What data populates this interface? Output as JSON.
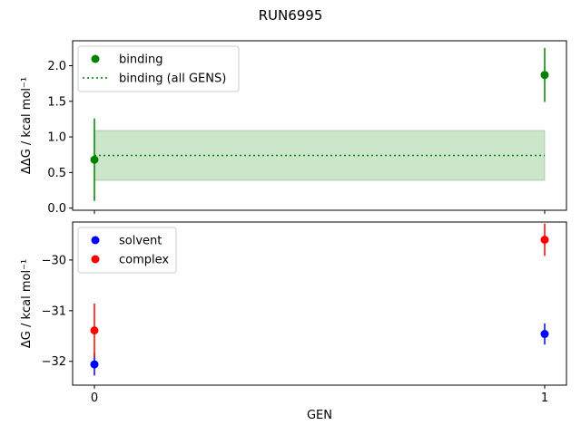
{
  "chart_data": {
    "title": "RUN6995",
    "xlabel": "GEN",
    "x_ticks": [
      0,
      1
    ],
    "panels": [
      {
        "type": "scatter",
        "ylabel": "ΔΔG / kcal mol⁻¹",
        "ylim": [
          -0.03,
          2.35
        ],
        "y_ticks": [
          0.0,
          0.5,
          1.0,
          1.5,
          2.0
        ],
        "y_tick_labels": [
          "0.0",
          "0.5",
          "1.0",
          "1.5",
          "2.0"
        ],
        "show_x_tick_labels": false,
        "legend_position": "top-left",
        "series": [
          {
            "name": "binding",
            "color": "#008000",
            "x": [
              0,
              1
            ],
            "y": [
              0.68,
              1.87
            ],
            "yerr": [
              0.58,
              0.38
            ]
          }
        ],
        "band": {
          "name": "binding (all GENS)",
          "color": "#008000",
          "x_range": [
            0,
            1
          ],
          "center": 0.74,
          "low": 0.39,
          "high": 1.09
        }
      },
      {
        "type": "scatter",
        "ylabel": "ΔG / kcal mol⁻¹",
        "ylim": [
          -32.47,
          -29.25
        ],
        "y_ticks": [
          -32,
          -31,
          -30
        ],
        "y_tick_labels": [
          "−32",
          "−31",
          "−30"
        ],
        "show_x_tick_labels": true,
        "legend_position": "top-left",
        "series": [
          {
            "name": "solvent",
            "color": "#0000ff",
            "x": [
              0,
              1
            ],
            "y": [
              -32.06,
              -31.46
            ],
            "yerr": [
              0.22,
              0.21
            ]
          },
          {
            "name": "complex",
            "color": "#ff0000",
            "x": [
              0,
              1
            ],
            "y": [
              -31.39,
              -29.6
            ],
            "yerr": [
              0.53,
              0.32
            ]
          }
        ]
      }
    ]
  }
}
